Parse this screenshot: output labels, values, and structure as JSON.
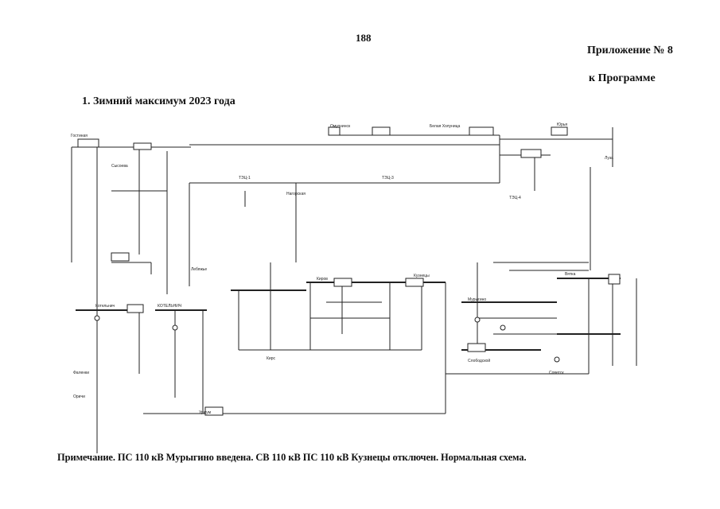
{
  "page": {
    "number": "188",
    "appendix": "Приложение № 8",
    "program": "к Программе",
    "section_title": "1. Зимний максимум 2023 года",
    "note": "Примечание. ПС 110 кВ Мурыгино введена. СВ 110 кВ ПС 110 кВ Кузнецы отключен. Нормальная схема."
  },
  "diagram": {
    "labels": [
      "Гостиная",
      "Сысоева",
      "Котельнич",
      "Вятка",
      "Киров",
      "Кузнецы",
      "Мурыгино",
      "ТЭЦ-1",
      "ТЭЦ-3",
      "ТЭЦ-4",
      "КОТЕЛЬНИЧ",
      "Уржум",
      "Кирс",
      "Омутнинск",
      "Слободской",
      "Фаленки",
      "Оричи",
      "Юрья",
      "Луза",
      "Белая Холуница",
      "Нагорская",
      "Лебяжье",
      "Советск"
    ]
  }
}
